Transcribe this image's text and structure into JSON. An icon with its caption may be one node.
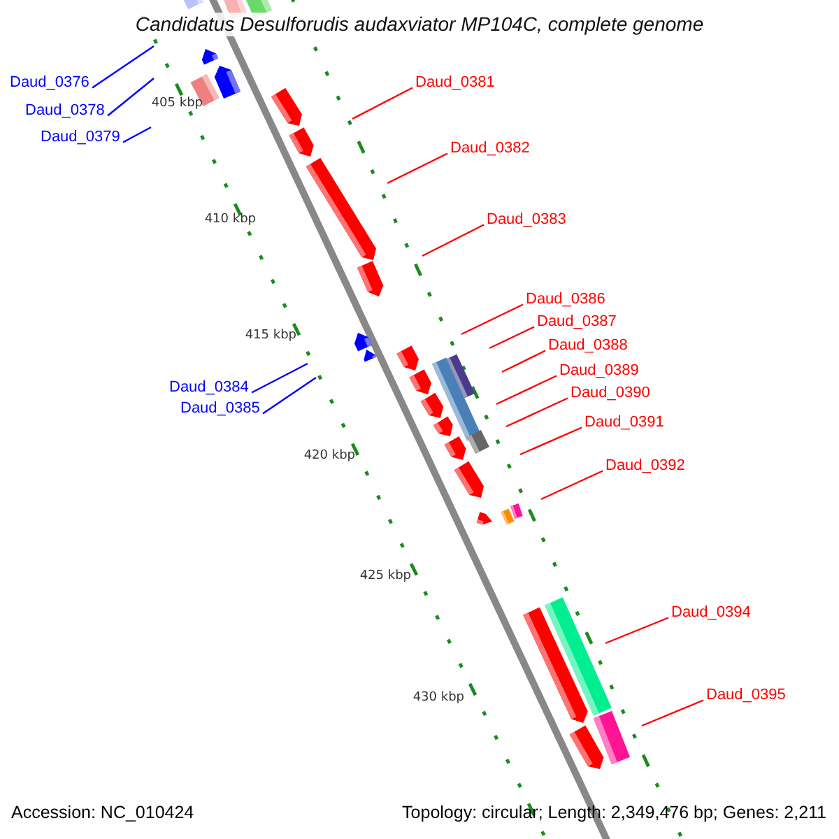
{
  "diagram": {
    "title": "Candidatus Desulforudis audaxviator MP104C, complete genome",
    "nodes": [
      {
        "text": [
          "Daud_0376"
        ]
      },
      {
        "text": [
          "Daud_0381"
        ]
      },
      {
        "text": [
          "Daud_0378"
        ]
      },
      {
        "text": [
          "Daud_0379"
        ]
      },
      {
        "text": [
          "Daud_0382"
        ]
      },
      {
        "text": [
          "Daud_0383"
        ]
      },
      {
        "text": [
          "Daud_0386"
        ]
      },
      {
        "text": [
          "Daud_0387"
        ]
      },
      {
        "text": [
          "Daud_0388"
        ]
      },
      {
        "text": [
          "Daud_0389"
        ]
      },
      {
        "text": [
          "Daud_0384"
        ]
      },
      {
        "text": [
          "Daud_0390"
        ]
      },
      {
        "text": [
          "Daud_0385"
        ]
      },
      {
        "text": [
          "Daud_0391"
        ]
      },
      {
        "text": [
          "Daud_0392"
        ]
      },
      {
        "text": [
          "Daud_0394"
        ]
      },
      {
        "text": [
          "Daud_0395"
        ]
      }
    ],
    "edges": [
      {
        "from": 0,
        "to": null,
        "arrow": "none",
        "color": "#0000ff"
      },
      {
        "from": 1,
        "to": null,
        "arrow": "none"
      },
      {
        "from": 2,
        "to": null,
        "arrow": "none",
        "color": "#0000ff"
      },
      {
        "from": 3,
        "to": null,
        "arrow": "none",
        "color": "#0000ff"
      },
      {
        "from": 4,
        "to": null,
        "arrow": "none"
      },
      {
        "from": 5,
        "to": null,
        "arrow": "none"
      },
      {
        "from": 6,
        "to": null,
        "arrow": "none"
      },
      {
        "from": 7,
        "to": null,
        "arrow": "none"
      },
      {
        "from": 8,
        "to": null,
        "arrow": "none"
      },
      {
        "from": 9,
        "to": null,
        "arrow": "none"
      },
      {
        "from": 10,
        "to": null,
        "arrow": "none",
        "color": "#0000ff"
      },
      {
        "from": 11,
        "to": null,
        "arrow": "none"
      },
      {
        "from": 12,
        "to": null,
        "arrow": "none",
        "color": "#0000ff"
      },
      {
        "from": 13,
        "to": null,
        "arrow": "none"
      },
      {
        "from": 14,
        "to": null,
        "arrow": "none"
      },
      {
        "from": 15,
        "to": null,
        "arrow": "none"
      },
      {
        "from": 16,
        "to": null,
        "arrow": "none"
      }
    ],
    "labels": [
      "405 kbp",
      "410 kbp",
      "415 kbp",
      "420 kbp",
      "425 kbp",
      "430 kbp",
      "Accession: NC_010424",
      "Topology: circular; Length: 2,349,476 bp; Genes: 2,211"
    ]
  }
}
